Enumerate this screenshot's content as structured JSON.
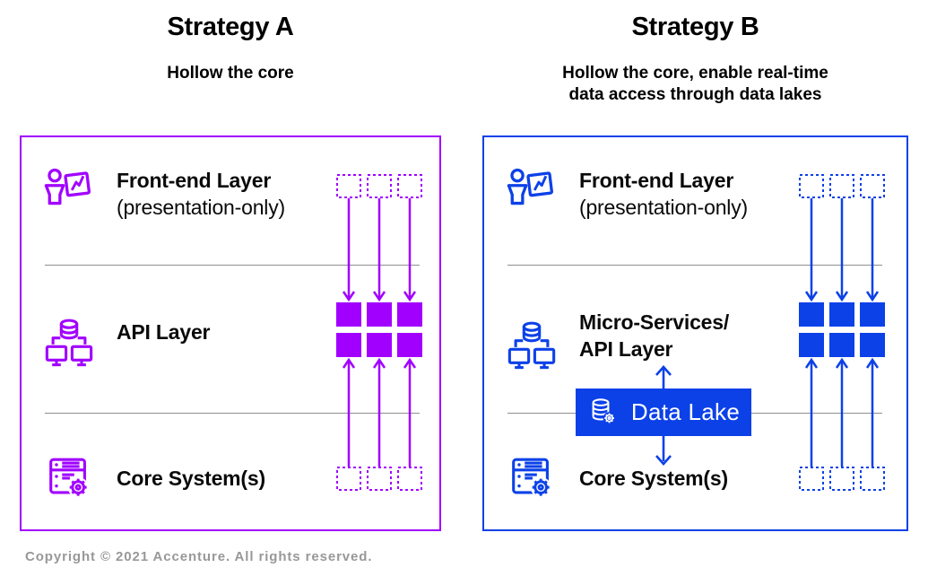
{
  "colors": {
    "accent_a": "#A100FF",
    "accent_b": "#0C41E8",
    "divider": "#8F8F8F",
    "heading": "#000000",
    "lake_text": "#FFFFFF",
    "footer_text": "#98989A"
  },
  "footer": {
    "copyright": "Copyright © 2021 Accenture. All rights reserved."
  },
  "panels": {
    "a": {
      "title": "Strategy A",
      "subtitle_lines": [
        "Hollow the core"
      ],
      "rows": {
        "frontend": {
          "icon": "presenter-icon",
          "title": "Front-end Layer",
          "subtitle": "(presentation-only)"
        },
        "api": {
          "icon": "api-network-icon",
          "title": "API Layer"
        },
        "core": {
          "icon": "core-server-icon",
          "title": "Core System(s)"
        }
      }
    },
    "b": {
      "title": "Strategy B",
      "subtitle_lines": [
        "Hollow the core, enable real-time",
        "data access through data lakes"
      ],
      "rows": {
        "frontend": {
          "icon": "presenter-icon",
          "title": "Front-end Layer",
          "subtitle": "(presentation-only)"
        },
        "api": {
          "icon": "api-network-icon",
          "title_lines": [
            "Micro-Services/",
            "API Layer"
          ]
        },
        "core": {
          "icon": "core-server-icon",
          "title": "Core System(s)"
        }
      },
      "data_lake": {
        "icon": "database-gear-icon",
        "label": "Data Lake"
      }
    }
  }
}
